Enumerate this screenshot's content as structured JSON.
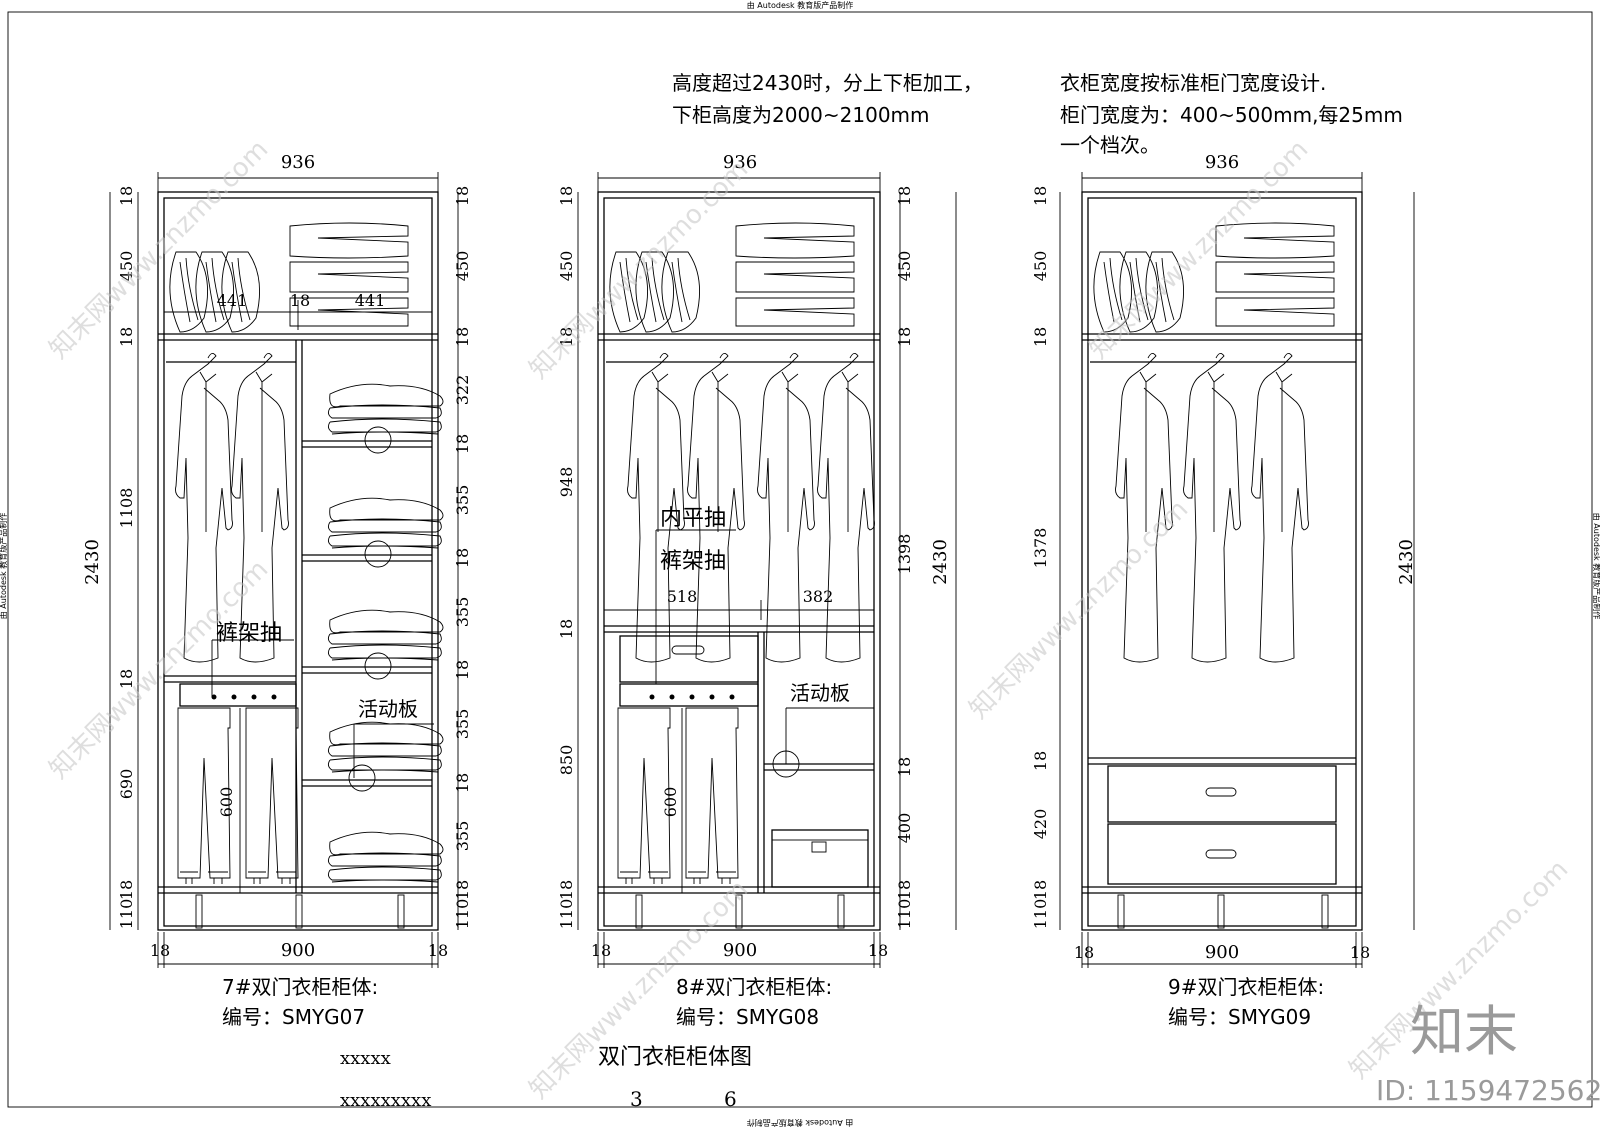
{
  "header": {
    "stamp_top": "由 Autodesk 教育版产品制作",
    "stamp_bottom": "由 Autodesk 教育版产品制作",
    "stamp_side": "由 Autodesk 教育版产品制作"
  },
  "notes": {
    "note1_line1": "高度超过2430时，分上下柜加工，",
    "note1_line2": "下柜高度为2000~2100mm",
    "note2_line1": "衣柜宽度按标准柜门宽度设计.",
    "note2_line2": "柜门宽度为：400~500mm,每25mm",
    "note2_line3": "一个档次。"
  },
  "cab7": {
    "caption_line1": "7#双门衣柜柜体:",
    "caption_line2": "编号：SMYG07",
    "overall_width": "936",
    "inner_width": "900",
    "side_left": "18",
    "side_right": "18",
    "total_height": "2430",
    "left_dims": [
      "18",
      "450",
      "18",
      "1108",
      "18",
      "690",
      "18",
      "110"
    ],
    "right_dims": [
      "18",
      "450",
      "18",
      "322",
      "18",
      "355",
      "18",
      "355",
      "18",
      "355",
      "18",
      "355",
      "18",
      "110"
    ],
    "top_split": [
      "441",
      "18",
      "441"
    ],
    "label_drawer": "裤架抽",
    "label_shelf": "活动板",
    "pants_height": "600"
  },
  "cab8": {
    "caption_line1": "8#双门衣柜柜体:",
    "caption_line2": "编号：SMYG08",
    "overall_width": "936",
    "inner_width": "900",
    "side_left": "18",
    "side_right": "18",
    "total_height": "2430",
    "left_dims": [
      "18",
      "450",
      "18",
      "948",
      "18",
      "850",
      "18",
      "110"
    ],
    "right_dims": [
      "18",
      "450",
      "18",
      "1398",
      "18",
      "400",
      "18",
      "110"
    ],
    "split": [
      "518",
      "382"
    ],
    "label_drawer1": "内平抽",
    "label_drawer2": "裤架抽",
    "label_shelf": "活动板",
    "pants_height": "600"
  },
  "cab9": {
    "caption_line1": "9#双门衣柜柜体:",
    "caption_line2": "编号：SMYG09",
    "overall_width": "936",
    "inner_width": "900",
    "side_left": "18",
    "side_right": "18",
    "total_height": "2430",
    "left_dims": [
      "18",
      "450",
      "18",
      "1378",
      "18",
      "420",
      "18",
      "110"
    ]
  },
  "title_block": {
    "left_top": "xxxxx",
    "left_bottom": "xxxxxxxxx",
    "title": "双门衣柜柜体图",
    "num1": "3",
    "num2": "6"
  },
  "watermark": {
    "brand": "知末",
    "id": "ID: 1159472562",
    "site": "知末网www.znzmo.com"
  }
}
